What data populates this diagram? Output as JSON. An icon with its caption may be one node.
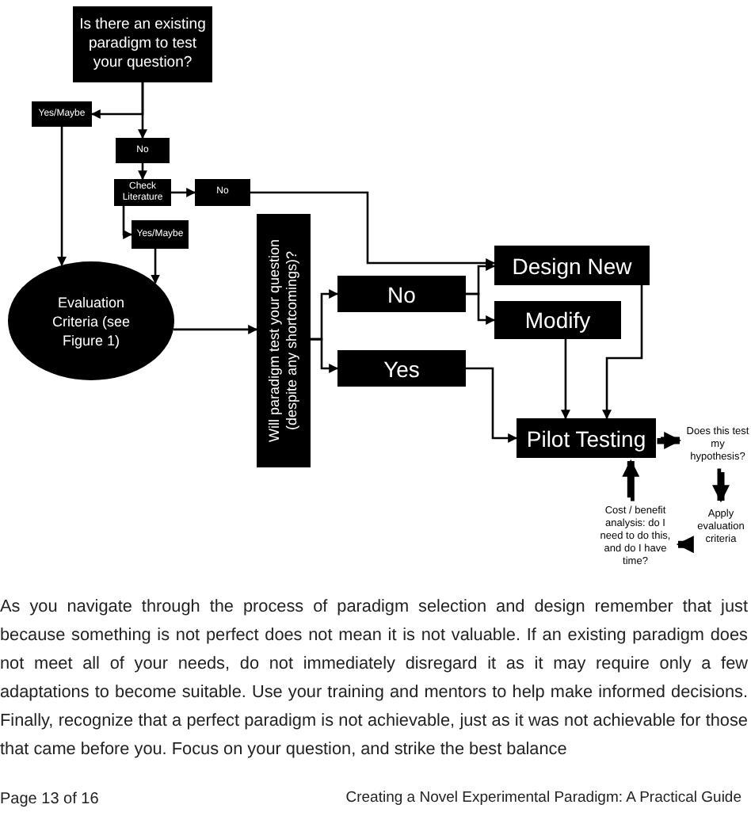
{
  "diagram": {
    "nodes": [
      {
        "text": [
          "Is there an existing paradigm to test your question?"
        ]
      },
      {
        "text": [
          "Yes/Maybe"
        ]
      },
      {
        "text": [
          "No"
        ]
      },
      {
        "text": [
          "Check Literature"
        ]
      },
      {
        "text": [
          "No"
        ]
      },
      {
        "text": [
          "Yes/Maybe"
        ]
      },
      {
        "text": [
          "Evaluation Criteria (see Figure 1)"
        ]
      },
      {
        "text": [
          "Will paradigm test your question (despite any shortcomings)?"
        ]
      },
      {
        "text": [
          "No"
        ]
      },
      {
        "text": [
          "Yes"
        ]
      },
      {
        "text": [
          "Design New"
        ]
      },
      {
        "text": [
          "Modify"
        ]
      },
      {
        "text": [
          "Pilot Testing"
        ]
      },
      {
        "text": [
          "Does this test my hypothesis?"
        ]
      },
      {
        "text": [
          "Apply evaluation criteria"
        ]
      },
      {
        "text": [
          "Cost / benefit analysis: do I need to do this, and do I have time?"
        ]
      }
    ],
    "edges": [
      {
        "from": 0,
        "to": 1,
        "arrow": "to"
      },
      {
        "from": 0,
        "to": 2,
        "arrow": "to"
      },
      {
        "from": 2,
        "to": 3,
        "arrow": "to"
      },
      {
        "from": 3,
        "to": 4,
        "arrow": "to"
      },
      {
        "from": 3,
        "to": 5,
        "arrow": "to"
      },
      {
        "from": 1,
        "to": 6,
        "arrow": "to"
      },
      {
        "from": 5,
        "to": 6,
        "arrow": "to"
      },
      {
        "from": 4,
        "to": 10,
        "arrow": "to"
      },
      {
        "from": 6,
        "to": 7,
        "arrow": "to"
      },
      {
        "from": 7,
        "to": 8,
        "arrow": "to"
      },
      {
        "from": 7,
        "to": 9,
        "arrow": "to"
      },
      {
        "from": 8,
        "to": 10,
        "arrow": "to"
      },
      {
        "from": 8,
        "to": 11,
        "arrow": "to"
      },
      {
        "from": 9,
        "to": 12,
        "arrow": "to"
      },
      {
        "from": 10,
        "to": 12,
        "arrow": "to"
      },
      {
        "from": 11,
        "to": 12,
        "arrow": "to"
      },
      {
        "from": 12,
        "to": 13,
        "arrow": "to",
        "style": "thick"
      },
      {
        "from": 13,
        "to": 14,
        "arrow": "to",
        "style": "thick"
      },
      {
        "from": 14,
        "to": 15,
        "arrow": "to",
        "style": "thick"
      },
      {
        "from": 15,
        "to": 12,
        "arrow": "to",
        "style": "thick"
      }
    ],
    "labels": [
      "As you navigate through the process of paradigm selection and design remember that just because something is not perfect does not mean it is not valuable. If an existing paradigm does not meet all of your needs, do not immediately disregard it as it may require only a few adaptations to become suitable. Use your training and mentors to help make informed decisions. Finally, recognize that a perfect paradigm is not achievable, just as it was not achievable for those that came before you. Focus on your question, and strike the best balance",
      "Page 13 of 16",
      "Creating a Novel Experimental Paradigm: A Practical Guide"
    ]
  }
}
